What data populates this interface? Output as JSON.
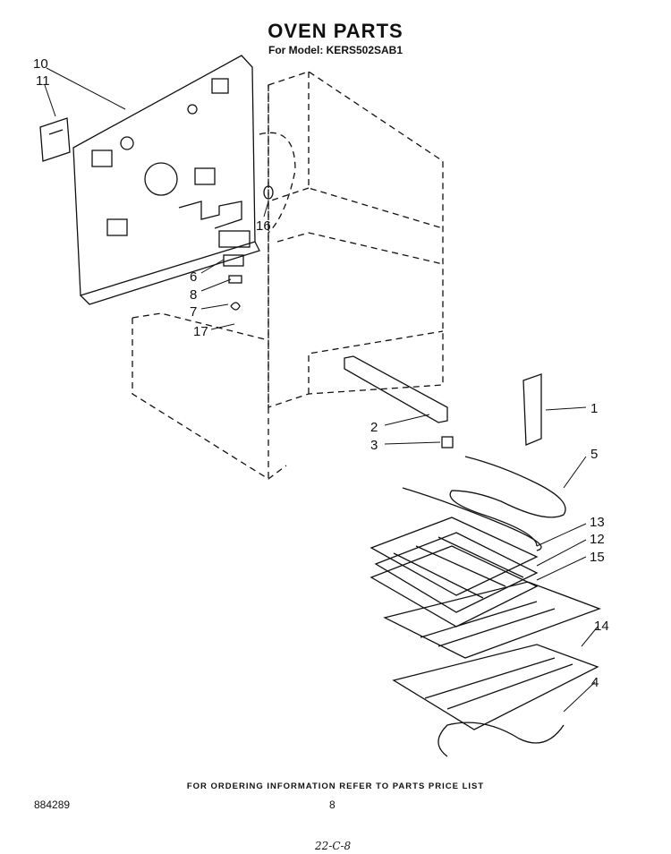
{
  "header": {
    "title": "OVEN PARTS",
    "model_line": "For Model: KERS502SAB1"
  },
  "footer": {
    "ordering_note": "FOR ORDERING INFORMATION REFER TO PARTS PRICE LIST",
    "doc_number": "884289",
    "page_number": "8",
    "handwritten_note": "22-C-8"
  },
  "callouts": [
    "10",
    "11",
    "16",
    "6",
    "8",
    "7",
    "17",
    "1",
    "2",
    "3",
    "5",
    "13",
    "12",
    "15",
    "14",
    "4"
  ]
}
